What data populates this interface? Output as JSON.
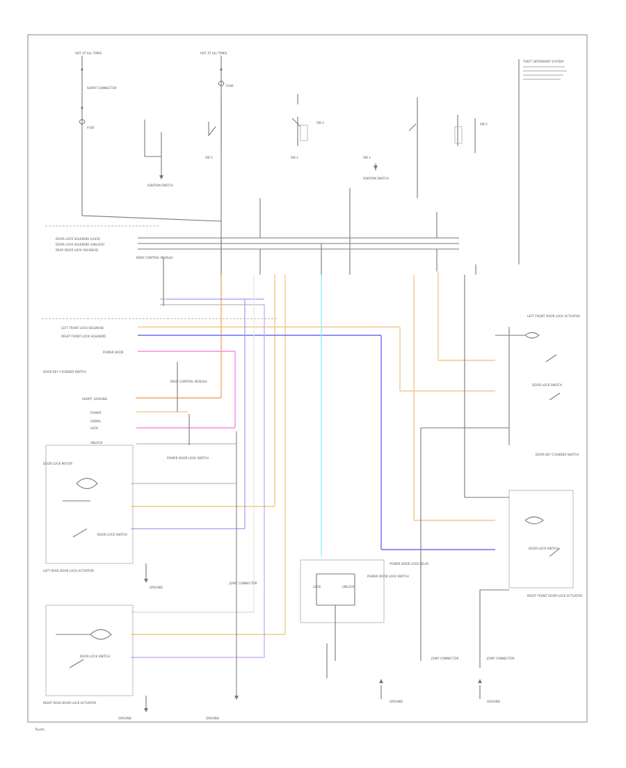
{
  "colors": {
    "tan": "#f2c98a",
    "orange": "#f4a866",
    "pink": "#f58ce6",
    "blue": "#6b6bf0",
    "light_blue": "#9a9af8",
    "cyan": "#8ef0f0",
    "lt_green": "#d9ecd0",
    "white_wire": "#e6e6e6",
    "black_wire": "#777777"
  },
  "labels": {
    "fuse_box_1": "HOT AT ALL TIMES",
    "fuse_box_2": "HOT AT ALL TIMES",
    "fuse_1": "FUSE",
    "fuse_2": "FUSE",
    "short_connector": "SHORT CONNECTOR",
    "theft_note": "THEFT DETERRENT SYSTEM",
    "sw1": "SW 1",
    "sw2": "SW 2",
    "sw3": "SW 3",
    "sw4": "SW 4",
    "ground_left": "IGNITION SWITCH",
    "ground_mid": "IGNITION SWITCH",
    "door_lock_relay_lock": "DOOR LOCK SOLENOID (LOCK)",
    "door_lock_relay_unlock": "DOOR LOCK SOLENOID (UNLOCK)",
    "rear_door_lock": "REAR DOOR LOCK SOLENOID",
    "left_front_lock": "LEFT FRONT LOCK SOLENOID",
    "right_front_lock": "RIGHT FRONT LOCK SOLENOID",
    "power_door": "POWER DOOR",
    "body_control": "BODY CONTROL MODULE",
    "sw_ground": "SHORT, GROUND",
    "sw_power": "POWER",
    "sw_lock": "LOCK",
    "sw_unlock": "UNLOCK",
    "sw_signal": "SIGNAL",
    "left_front_door": "LEFT FRONT DOOR LOCK ACTUATOR",
    "door_lock_motor": "DOOR LOCK MOTOR",
    "door_lock_sw": "DOOR LOCK SWITCH",
    "right_front_door": "RIGHT FRONT DOOR LOCK ACTUATOR",
    "right_rear_door": "RIGHT REAR DOOR LOCK ACTUATOR",
    "left_rear_door": "LEFT REAR DOOR LOCK ACTUATOR",
    "power_sw": "POWER DOOR LOCK SWITCH",
    "pdl_relay": "POWER DOOR LOCK RELAY",
    "lock_pos": "LOCK",
    "unlock_pos": "UNLOCK",
    "ground_lower_1": "GROUND",
    "ground_lower_2": "GROUND",
    "ground_lower_3": "GROUND",
    "ground_lower_4": "GROUND",
    "connector_a": "JOINT CONNECTOR",
    "connector_b": "JOINT CONNECTOR",
    "key_cyl": "DOOR KEY CYLINDER SWITCH",
    "footer": "Toyota"
  }
}
